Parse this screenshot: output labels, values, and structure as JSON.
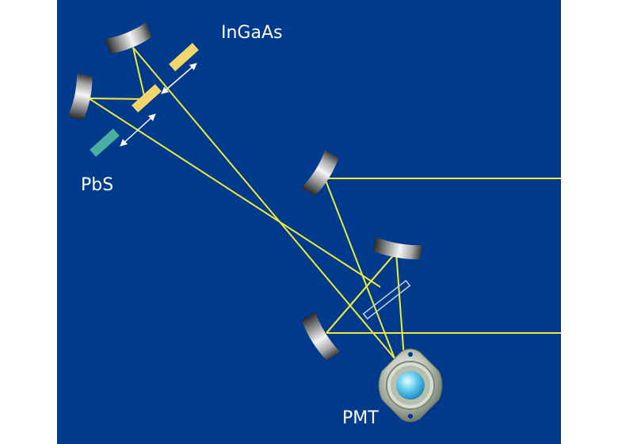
{
  "labels": {
    "ingaas": "InGaAs",
    "pbs": "PbS",
    "pmt": "PMT"
  },
  "colors": {
    "background": "#003a8c",
    "page": "#ffffff",
    "beam": "#ecec3a",
    "ingaas_detector": "#f2d56b",
    "pbs_detector": "#4aaea0",
    "arrow": "#ffffff",
    "label_text": "#ffffff"
  }
}
